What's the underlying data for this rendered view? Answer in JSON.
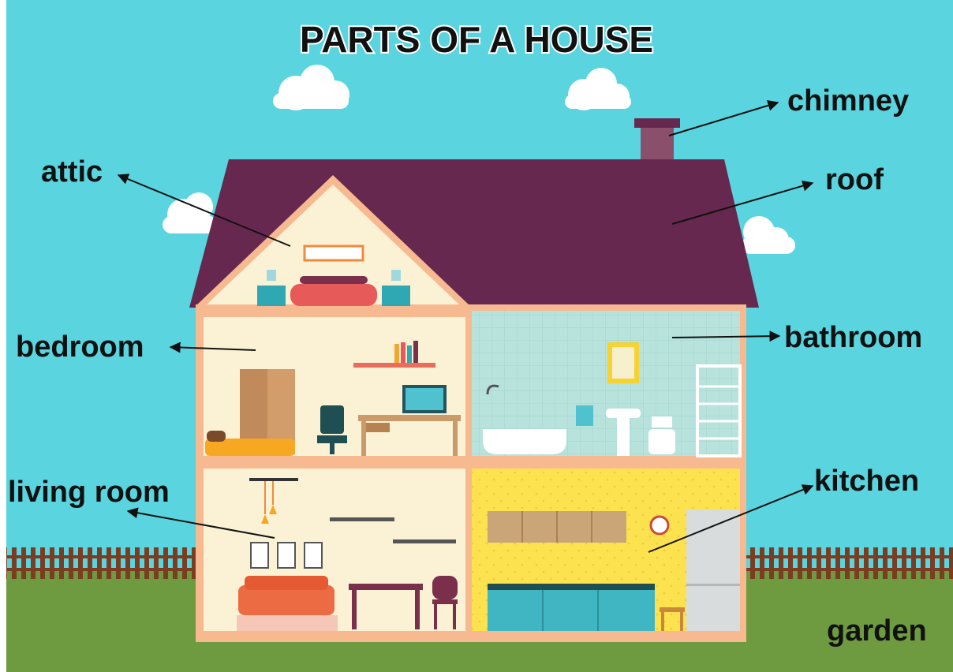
{
  "title": "PARTS OF A HOUSE",
  "labels": {
    "chimney": "chimney",
    "attic": "attic",
    "roof": "roof",
    "bedroom": "bedroom",
    "bathroom": "bathroom",
    "living_room": "living room",
    "kitchen": "kitchen",
    "garden": "garden"
  },
  "colors": {
    "sky": "#5ad4de",
    "roof": "#66284e",
    "wall": "#fbe9c5",
    "trim": "#f7b98f",
    "bathroom_tile": "#b8e3dd",
    "kitchen_wall": "#fce24f",
    "grass": "#6e9a40",
    "fence": "#7a3d22"
  }
}
